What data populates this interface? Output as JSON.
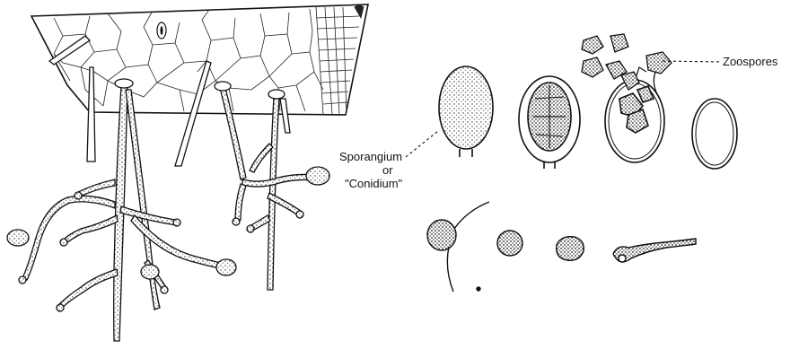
{
  "labels": {
    "zoospores": "Zoospores",
    "sporangium": "Sporangium",
    "or": "or",
    "conidium": "\"Conidium\""
  },
  "colors": {
    "ink": "#111111",
    "stipple": "#444444",
    "background": "#ffffff"
  }
}
